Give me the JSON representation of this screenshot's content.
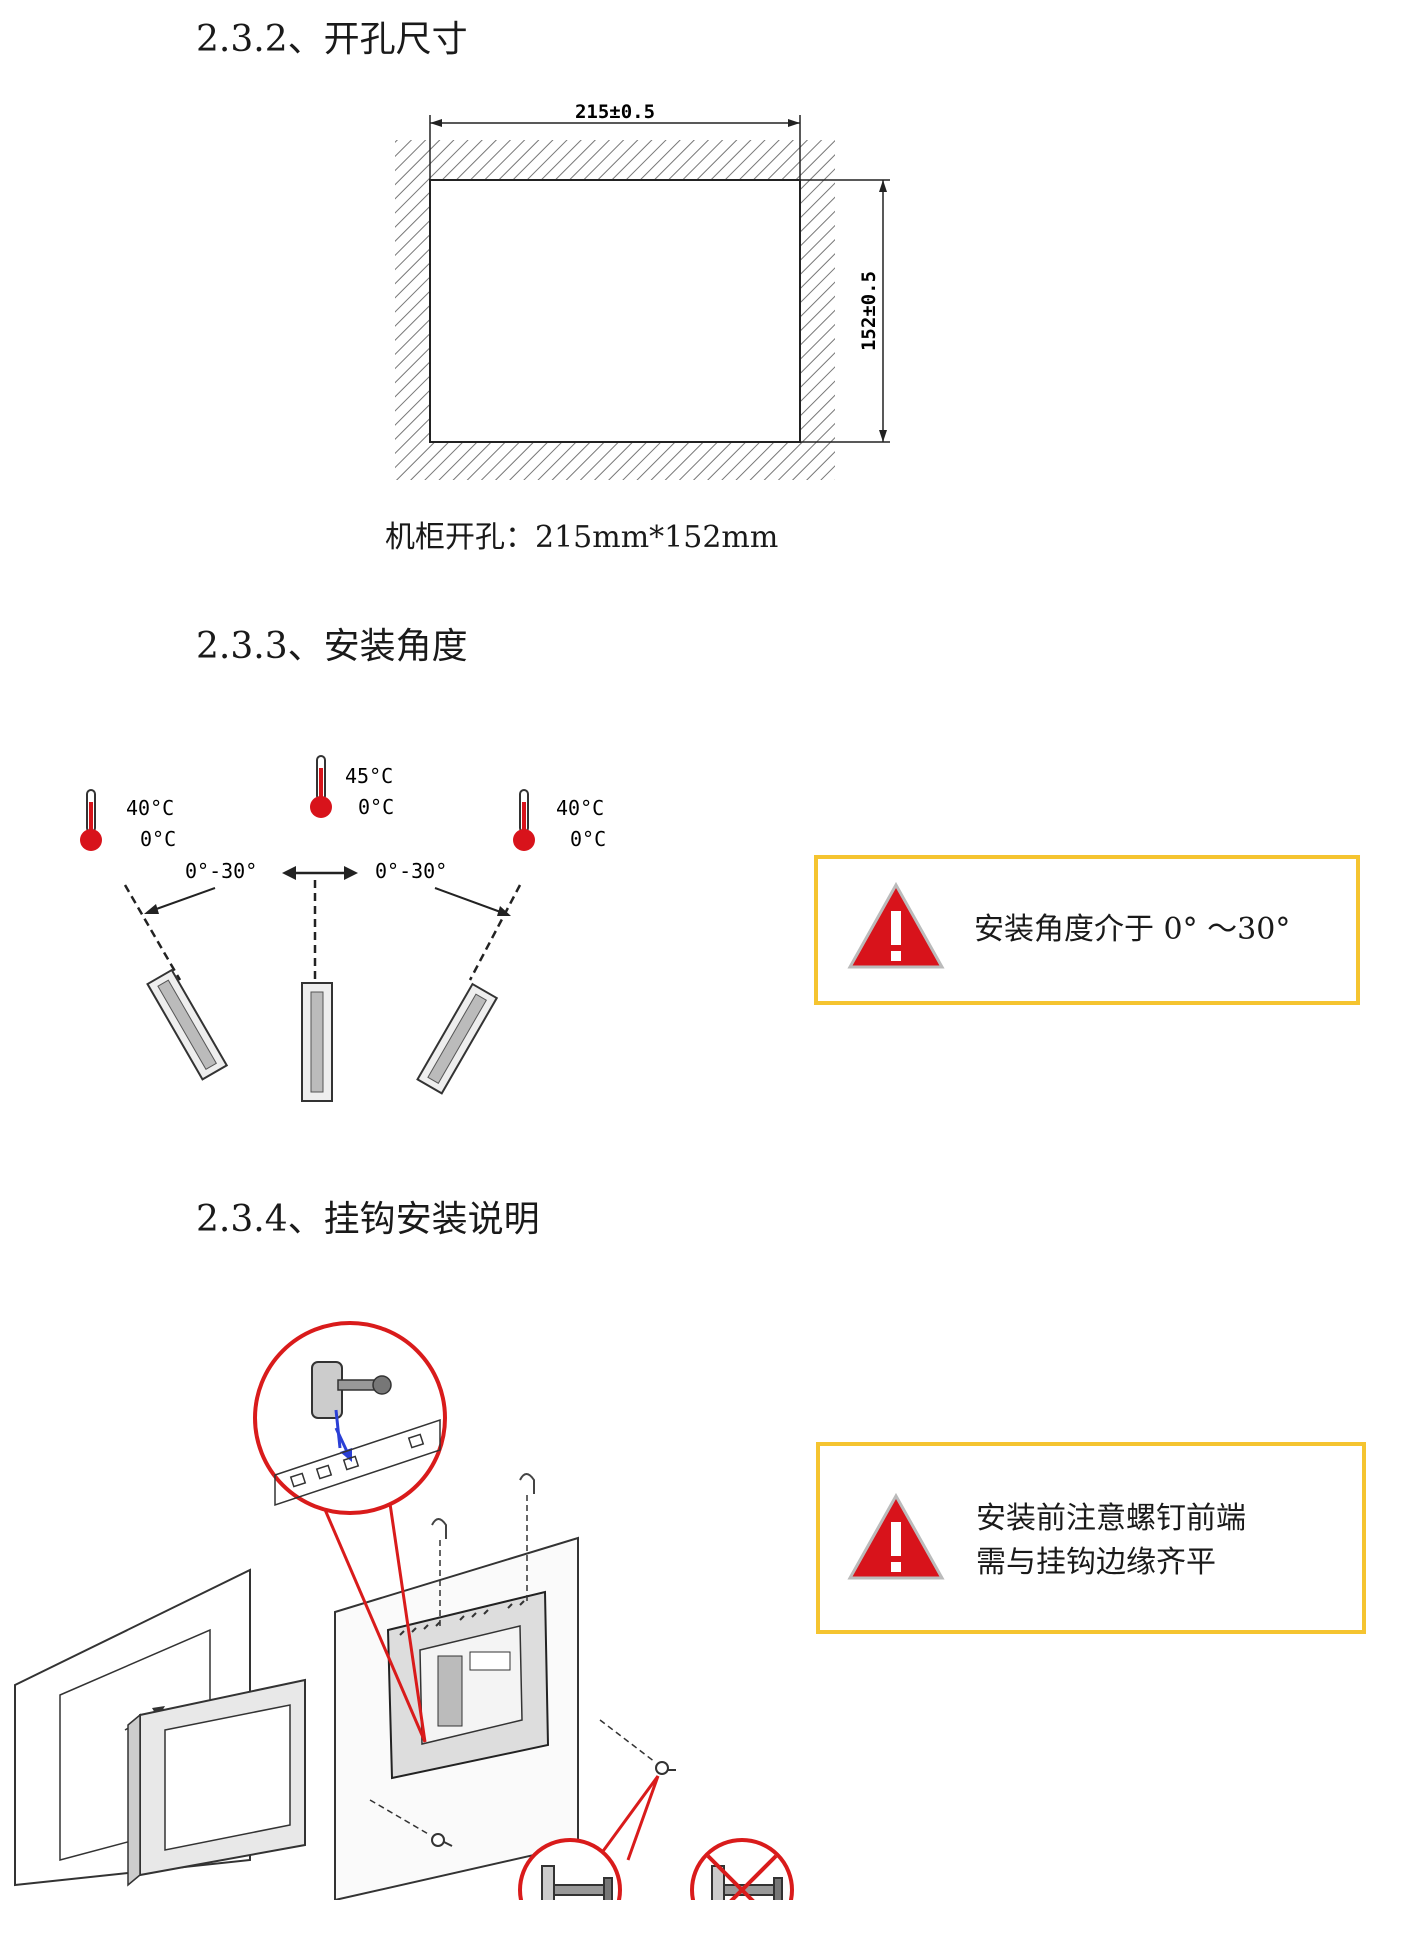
{
  "section_cutout": {
    "heading": "2.3.2、开孔尺寸",
    "width_dim": "215±0.5",
    "height_dim": "152±0.5",
    "caption": "机柜开孔：215mm*152mm"
  },
  "section_angle": {
    "heading": "2.3.3、安装角度",
    "left": {
      "high": "40°C",
      "low": "0°C",
      "range": "0°-30°"
    },
    "center": {
      "high": "45°C",
      "low": "0°C"
    },
    "right": {
      "high": "40°C",
      "low": "0°C",
      "range": "0°-30°"
    },
    "note": "安装角度介于 0° ～30°"
  },
  "section_hook": {
    "heading": "2.3.4、挂钩安装说明",
    "note_line1": "安装前注意螺钉前端",
    "note_line2": "需与挂钩边缘齐平"
  },
  "colors": {
    "accent_border": "#f5c430",
    "warning_red": "#d8131b",
    "callout_red": "#d91b1b",
    "arrow_blue": "#2a3fd6"
  }
}
